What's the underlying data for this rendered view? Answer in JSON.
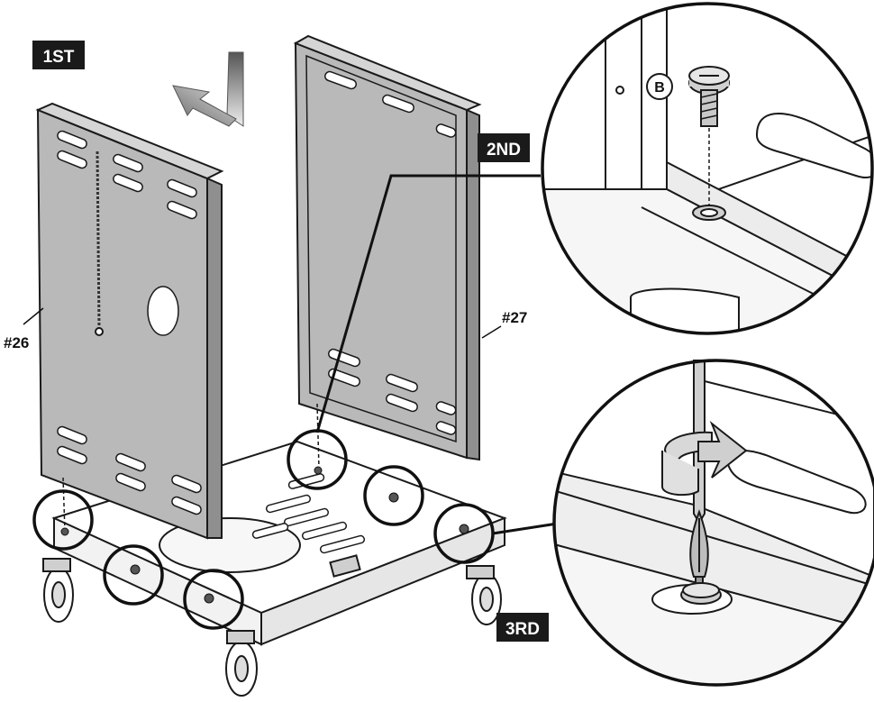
{
  "steps": {
    "first": "1ST",
    "second": "2ND",
    "third": "3RD"
  },
  "parts": {
    "left_panel": "#26",
    "right_panel": "#27"
  },
  "callouts": {
    "screw_letter": "B"
  },
  "colors": {
    "panel_fill": "#b9b9b9",
    "panel_edge": "#8f8f8f",
    "outline": "#1a1a1a",
    "label_bg": "#1a1a1a",
    "label_text": "#ffffff"
  }
}
